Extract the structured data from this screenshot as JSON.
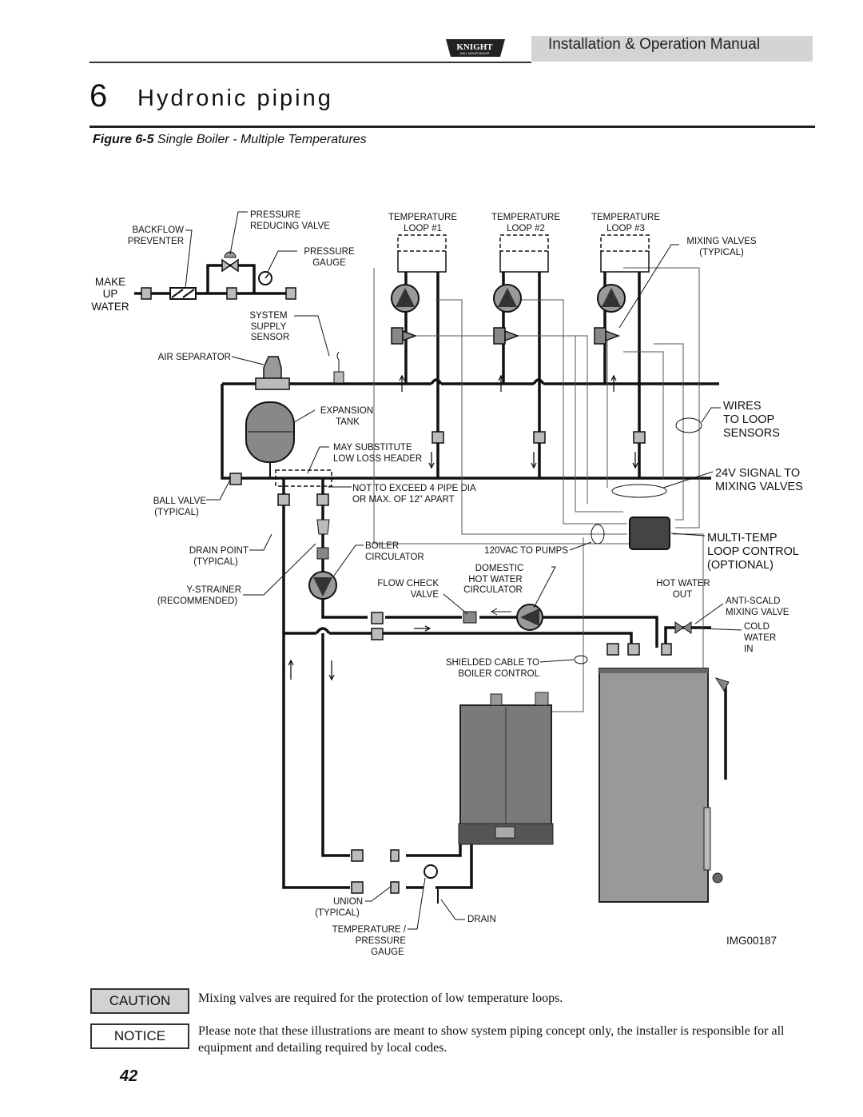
{
  "header": {
    "title": "Installation & Operation Manual",
    "logo_text": "KNIGHT",
    "logo_subtext": "WALL MOUNT BOILER"
  },
  "chapter": {
    "number": "6",
    "title": "Hydronic piping"
  },
  "figure": {
    "label": "Figure 6-5",
    "caption": "Single Boiler - Multiple Temperatures"
  },
  "diagram": {
    "labels": {
      "backflow_1": "BACKFLOW",
      "backflow_2": "PREVENTER",
      "prv_1": "PRESSURE",
      "prv_2": "REDUCING VALVE",
      "pgauge_1": "PRESSURE",
      "pgauge_2": "GAUGE",
      "makeup_1": "MAKE",
      "makeup_2": "UP",
      "makeup_3": "WATER",
      "sss_1": "SYSTEM",
      "sss_2": "SUPPLY",
      "sss_3": "SENSOR",
      "air_sep": "AIR SEPARATOR",
      "exp_1": "EXPANSION",
      "exp_2": "TANK",
      "llh_1": "MAY SUBSTITUTE",
      "llh_2": "LOW LOSS HEADER",
      "nte_1": "NOT TO EXCEED 4  PIPE DIA",
      "nte_2": "OR MAX. OF 12\" APART",
      "ball_1": "BALL VALVE",
      "ball_2": "(TYPICAL)",
      "drain_1": "DRAIN POINT",
      "drain_2": "(TYPICAL)",
      "ystr_1": "Y-STRAINER",
      "ystr_2": "(RECOMMENDED)",
      "bcirc_1": "BOILER",
      "bcirc_2": "CIRCULATOR",
      "fcv_1": "FLOW CHECK",
      "fcv_2": "VALVE",
      "dhw_1": "DOMESTIC",
      "dhw_2": "HOT WATER",
      "dhw_3": "CIRCULATOR",
      "pumps120": "120VAC TO PUMPS",
      "loop1_1": "TEMPERATURE",
      "loop1_2": "LOOP #1",
      "loop2_1": "TEMPERATURE",
      "loop2_2": "LOOP #2",
      "loop3_1": "TEMPERATURE",
      "loop3_2": "LOOP #3",
      "mix_1": "MIXING VALVES",
      "mix_2": "(TYPICAL)",
      "wires_1": "WIRES",
      "wires_2": "TO LOOP",
      "wires_3": "SENSORS",
      "sig_1": "24V SIGNAL TO",
      "sig_2": "MIXING VALVES",
      "mtc_1": "MULTI-TEMP",
      "mtc_2": "LOOP CONTROL",
      "mtc_3": "(OPTIONAL)",
      "hw_1": "HOT  WATER",
      "hw_2": "OUT",
      "as_1": "ANTI-SCALD",
      "as_2": "MIXING VALVE",
      "cw_1": "COLD",
      "cw_2": "WATER",
      "cw_3": "IN",
      "sc_1": "SHIELDED CABLE TO",
      "sc_2": "BOILER CONTROL",
      "union_1": "UNION",
      "union_2": "(TYPICAL)",
      "tp_1": "TEMPERATURE /",
      "tp_2": "PRESSURE",
      "tp_3": "GAUGE",
      "drain": "DRAIN",
      "img_id": "IMG00187"
    }
  },
  "notes": {
    "caution_label": "CAUTION",
    "caution_text": "Mixing valves are required for the protection of low temperature loops.",
    "notice_label": "NOTICE",
    "notice_text": "Please note that these illustrations are meant to show system piping concept only, the installer is responsible for all equipment and detailing required by local codes."
  },
  "page_number": "42",
  "colors": {
    "pipe": "#111111",
    "equipment_gray": "#8a8a8a",
    "header_bar": "#d4d4d4",
    "caution_bg": "#d2d2d2"
  }
}
